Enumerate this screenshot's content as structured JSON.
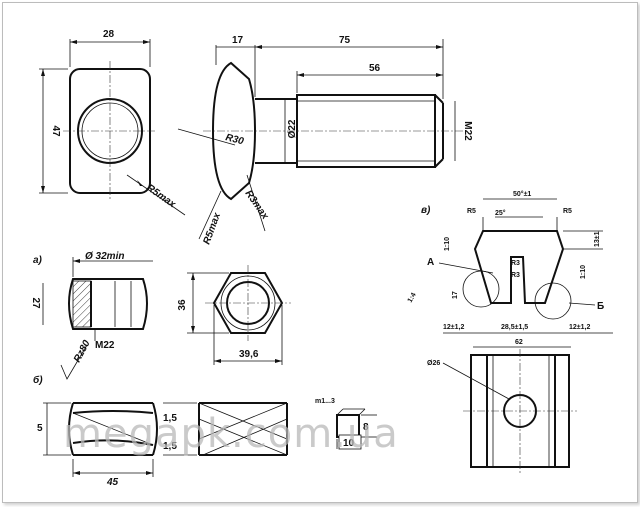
{
  "top": {
    "width": "28",
    "height": "47",
    "corner_radius": "R5max",
    "head_width": "17",
    "total_length": "75",
    "thread_length": "56",
    "shank_diameter": "Ø22",
    "head_radius": "R30",
    "head_radius_2": "R5max",
    "fillet_radius": "R3max",
    "thread_label": "M22"
  },
  "view_a": {
    "label": "а)",
    "diameter": "Ø 32min",
    "height": "27",
    "thread": "M22",
    "roughness": "Rz80"
  },
  "hex": {
    "across_flats": "36",
    "across_corners": "39,6"
  },
  "view_b": {
    "label": "б)",
    "left_dim": "5",
    "length": "45",
    "gap_top": "1,5",
    "gap_bottom": "1,5",
    "small_label": "m1...3",
    "small_h": "8",
    "small_w": "10"
  },
  "view_v": {
    "label": "в)",
    "angle": "50°±1",
    "angle_inner": "25°",
    "r_left": "R5",
    "r_right": "R5",
    "r3_top": "R3",
    "r3_bottom": "R3",
    "taper_left": "1:10",
    "taper_right": "1:10",
    "height_right": "13±1",
    "mark_a": "А",
    "taper_a": "1:4",
    "height_left": "17",
    "base_left": "12±1,2",
    "base_mid": "28,5±1,5",
    "base_right": "12±1,2",
    "total": "62",
    "mark_b": "Б",
    "hole": "Ø26"
  },
  "watermark": "megapk.com.ua"
}
